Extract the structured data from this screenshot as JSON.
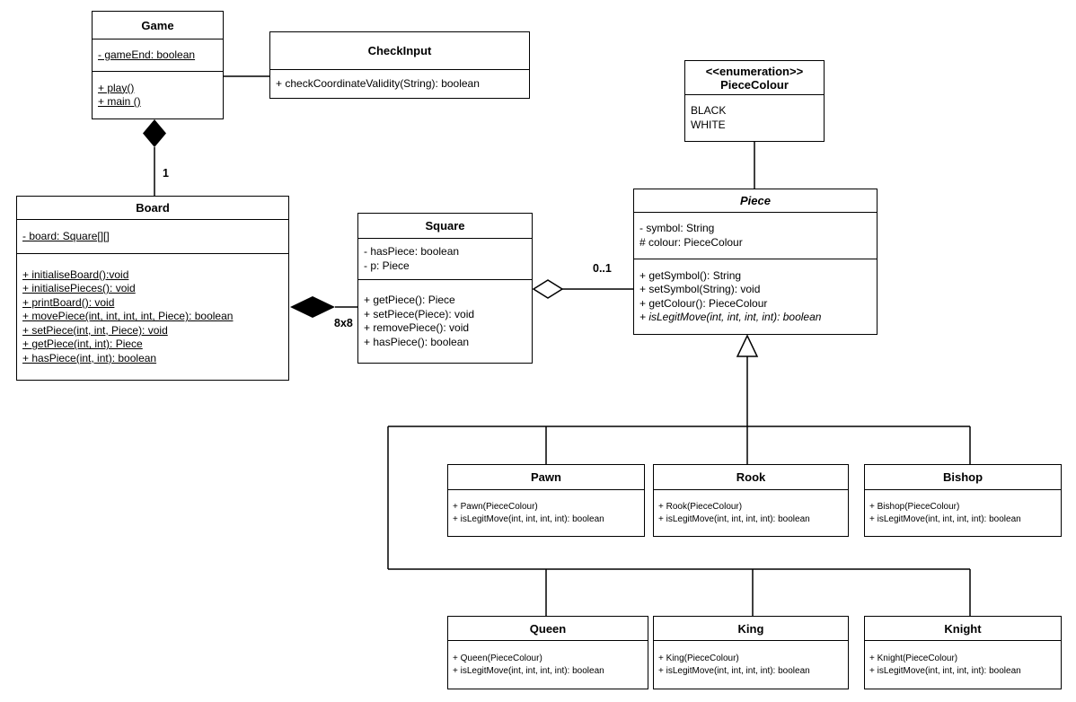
{
  "classes": {
    "game": {
      "title": "Game",
      "attributes": [
        {
          "text": "- gameEnd: boolean"
        }
      ],
      "methods": [
        {
          "text": "+ play()"
        },
        {
          "text": "+ main ()"
        }
      ]
    },
    "checkinput": {
      "title": "CheckInput",
      "methods": [
        {
          "text": "+ checkCoordinateValidity(String): boolean"
        }
      ]
    },
    "board": {
      "title": "Board",
      "attributes": [
        {
          "text": "- board: Square[][]"
        }
      ],
      "methods": [
        {
          "text": "+ initialiseBoard():void"
        },
        {
          "text": "+ initialisePieces(): void"
        },
        {
          "text": "+ printBoard(): void"
        },
        {
          "text": "+ movePiece(int, int, int, int, Piece): boolean"
        },
        {
          "text": "+ setPiece(int, int, Piece): void"
        },
        {
          "text": "+ getPiece(int, int): Piece"
        },
        {
          "text": "+ hasPiece(int, int): boolean"
        }
      ]
    },
    "square": {
      "title": "Square",
      "attributes": [
        {
          "text": "- hasPiece: boolean"
        },
        {
          "text": "- p: Piece"
        }
      ],
      "methods": [
        {
          "text": "+ getPiece(): Piece"
        },
        {
          "text": "+ setPiece(Piece): void"
        },
        {
          "text": "+ removePiece(): void"
        },
        {
          "text": "+ hasPiece(): boolean"
        }
      ]
    },
    "piececolour": {
      "stereotype": "<<enumeration>>",
      "title": "PieceColour",
      "literals": [
        {
          "text": "BLACK"
        },
        {
          "text": "WHITE"
        }
      ]
    },
    "piece": {
      "title": "Piece",
      "attributes": [
        {
          "text": "- symbol: String"
        },
        {
          "text": "# colour: PieceColour"
        }
      ],
      "methods": [
        {
          "text": "+ getSymbol(): String"
        },
        {
          "text": "+ setSymbol(String): void"
        },
        {
          "text": "+ getColour(): PieceColour"
        },
        {
          "text": "+ isLegitMove(int, int, int, int): boolean"
        }
      ]
    },
    "pawn": {
      "title": "Pawn",
      "methods": [
        {
          "text": "+ Pawn(PieceColour)"
        },
        {
          "text": "+ isLegitMove(int, int, int, int): boolean"
        }
      ]
    },
    "rook": {
      "title": "Rook",
      "methods": [
        {
          "text": "+ Rook(PieceColour)"
        },
        {
          "text": "+ isLegitMove(int, int, int, int): boolean"
        }
      ]
    },
    "bishop": {
      "title": "Bishop",
      "methods": [
        {
          "text": "+ Bishop(PieceColour)"
        },
        {
          "text": "+ isLegitMove(int, int, int, int): boolean"
        }
      ]
    },
    "queen": {
      "title": "Queen",
      "methods": [
        {
          "text": "+ Queen(PieceColour)"
        },
        {
          "text": "+ isLegitMove(int, int, int, int): boolean"
        }
      ]
    },
    "king": {
      "title": "King",
      "methods": [
        {
          "text": "+ King(PieceColour)"
        },
        {
          "text": "+ isLegitMove(int, int, int, int): boolean"
        }
      ]
    },
    "knight": {
      "title": "Knight",
      "methods": [
        {
          "text": "+ Knight(PieceColour)"
        },
        {
          "text": "+ isLegitMove(int, int, int, int): boolean"
        }
      ]
    }
  },
  "relationships": {
    "game_board": {
      "type": "composition",
      "multiplicity": "1"
    },
    "board_square": {
      "type": "composition",
      "multiplicity": "8x8"
    },
    "square_piece": {
      "type": "aggregation",
      "multiplicity": "0..1"
    },
    "piececolour_piece": {
      "type": "association"
    },
    "game_checkinput": {
      "type": "association"
    },
    "piece_subclasses": {
      "type": "inheritance"
    }
  },
  "colors": {
    "stroke": "#000000",
    "fill": "#ffffff"
  }
}
